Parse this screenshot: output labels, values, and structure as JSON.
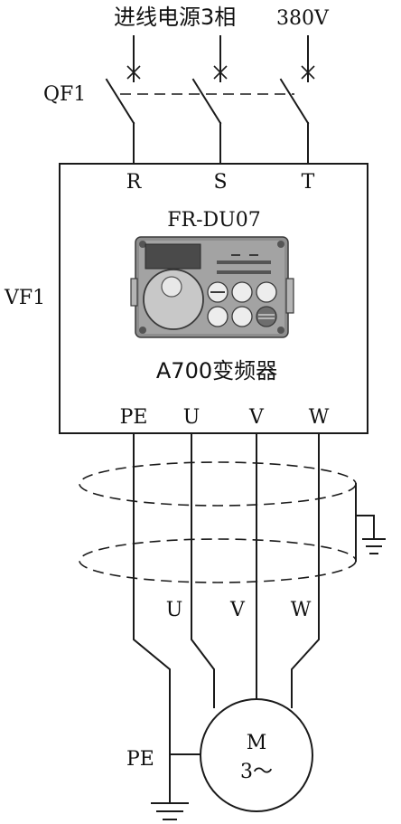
{
  "supply": {
    "title": "进线电源3相",
    "voltage": "380V"
  },
  "breaker": {
    "label": "QF1"
  },
  "inverter": {
    "label": "VF1",
    "input_terminals": [
      "R",
      "S",
      "T"
    ],
    "panel_model": "FR-DU07",
    "name": "A700变频器",
    "output_terminals": [
      "PE",
      "U",
      "V",
      "W"
    ]
  },
  "cable": {
    "phase_labels": [
      "U",
      "V",
      "W"
    ]
  },
  "motor": {
    "symbol": "M",
    "phase_label": "3～"
  },
  "ground": {
    "pe_label": "PE"
  },
  "colors": {
    "line": "#1a1a1a",
    "panel_body": "#8e8e8e",
    "panel_dark": "#4a4a4a",
    "panel_light": "#e8e8e8"
  }
}
